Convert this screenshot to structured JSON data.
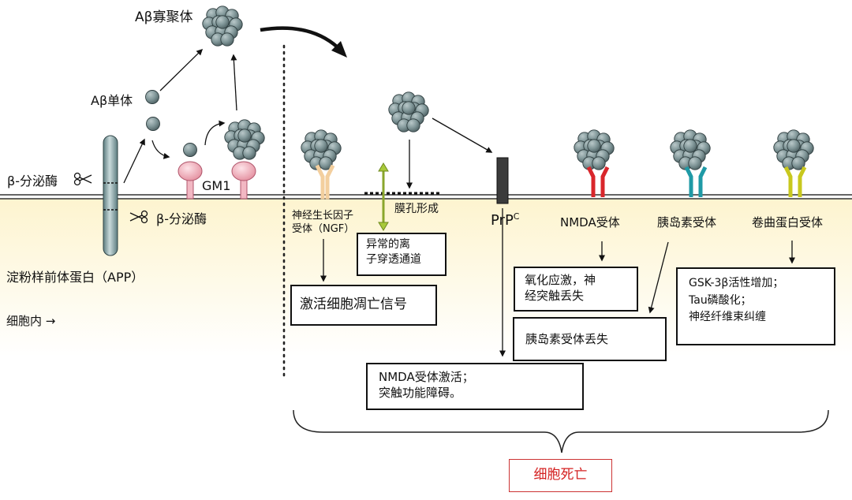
{
  "labels": {
    "abeta_oligomer": "Aβ寡聚体",
    "abeta_monomer": "Aβ单体",
    "beta_secretase_1": "β-分泌酶",
    "beta_secretase_2": "β-分泌酶",
    "gm1": "GM1",
    "app": "淀粉样前体蛋白（APP）",
    "intracellular": "细胞内 →",
    "ngf_receptor_line1": "神经生长因子",
    "ngf_receptor_line2": "受体（NGF）",
    "pore_formation": "膜孔形成",
    "prpc_base": "PrP",
    "prpc_sup": "C",
    "nmda_receptor": "NMDA受体",
    "insulin_receptor": "胰岛素受体",
    "frizzled_receptor": "卷曲蛋白受体"
  },
  "boxes": {
    "ion_channel": [
      "异常的离",
      "子穿透通道"
    ],
    "apoptosis": [
      "激活细胞凋亡信号"
    ],
    "oxidative_stress": [
      "氧化应激，神",
      "经突触丢失"
    ],
    "insulin_loss": [
      "胰岛素受体丢失"
    ],
    "gsk3b": [
      "GSK-3β活性增加；",
      "Tau磷酸化；",
      "神经纤维束纠缠"
    ],
    "nmda_activation": [
      "NMDA受体激活；",
      "突触功能障碍。"
    ],
    "cell_death": "细胞死亡"
  },
  "colors": {
    "sphere": "#7f9597",
    "membrane_gm1": "#f2b8c3",
    "ngf_receptor": "#f3cf9e",
    "nmda_receptor": "#d9262b",
    "insulin_receptor": "#1f9aa6",
    "frizzled_receptor": "#c8c81e",
    "cytoplasm": "#fdf6d9",
    "cell_death_text": "#d42020"
  },
  "icons": [
    "scissors-icon",
    "arrow-icon",
    "oligomer-cluster-icon",
    "monomer-sphere-icon",
    "brace-icon"
  ]
}
